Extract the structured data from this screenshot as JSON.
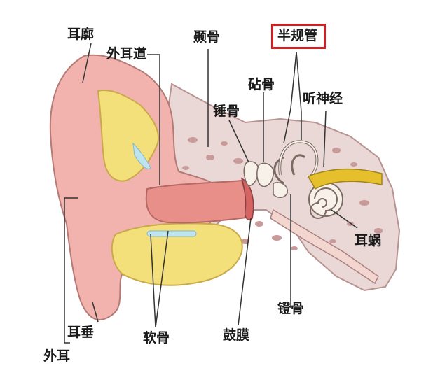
{
  "labels": {
    "auricle": "耳廓",
    "ear_canal": "外耳道",
    "temporal_bone": "颞骨",
    "semicircular_canals": "半规管",
    "incus": "砧骨",
    "malleus": "锤骨",
    "auditory_nerve": "听神经",
    "cochlea": "耳蜗",
    "stapes": "镫骨",
    "eardrum": "鼓膜",
    "cartilage": "软骨",
    "earlobe": "耳垂",
    "outer_ear": "外耳"
  },
  "colors": {
    "skin": "#f2b3ae",
    "skin_dark": "#d98883",
    "cartilage": "#f3e07a",
    "bone": "#e9d6d4",
    "bone_dots": "#c99a9a",
    "highlight": "#d21e1e",
    "nerve": "#e5c02c"
  }
}
